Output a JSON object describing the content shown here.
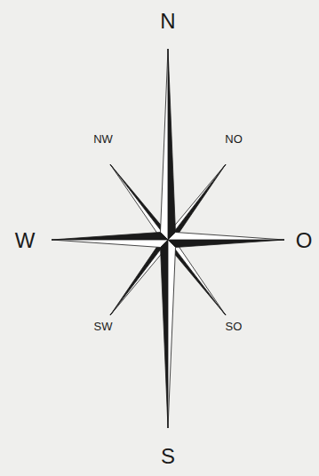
{
  "diagram": {
    "labels": [
      "N",
      "NO",
      "O",
      "SO",
      "S",
      "SW",
      "W",
      "NW"
    ]
  }
}
